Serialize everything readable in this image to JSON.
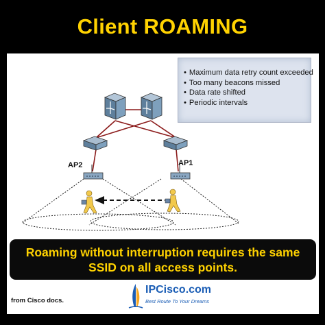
{
  "title": "Client ROAMING",
  "conditions": [
    "Maximum data retry count exceeded",
    "Too many beacons missed",
    "Data rate shifted",
    "Periodic intervals"
  ],
  "ap_labels": [
    "AP2",
    "AP1"
  ],
  "caption": "Roaming without interruption requires the same SSID on all access points.",
  "source_note": "from Cisco docs.",
  "logo": {
    "name": "IPCisco.com",
    "tagline": "Best Route To Your Dreams"
  },
  "colors": {
    "title": "#ffd200",
    "caption_bg": "#0b0b0b",
    "link": "#8b1a1a",
    "logo": "#1a5db5"
  },
  "icons": [
    "multilayer-switch-icon",
    "switch-icon",
    "access-point-icon",
    "mobile-user-icon",
    "roam-arrow-icon"
  ]
}
